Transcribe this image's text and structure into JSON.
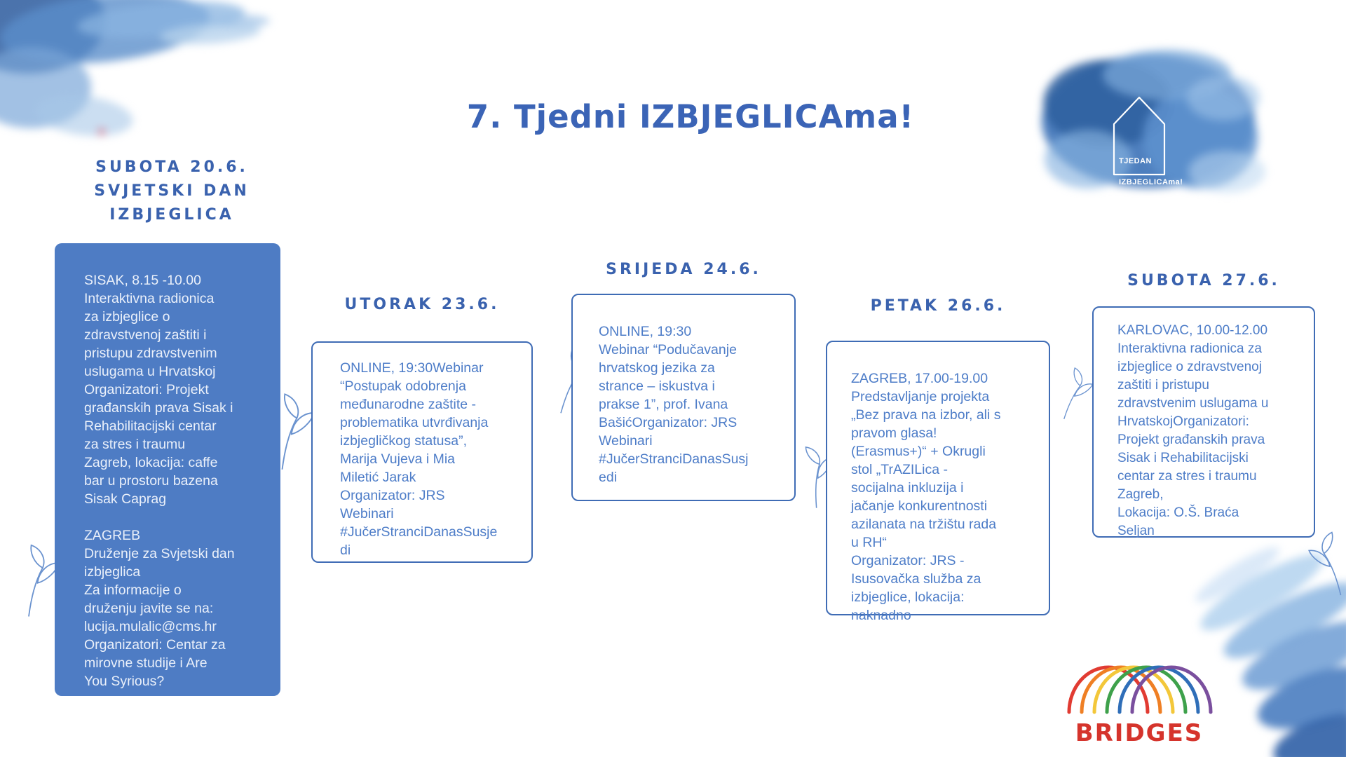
{
  "poster": {
    "title": "7. Tjedni IZBJEGLICAma!"
  },
  "badge": {
    "line1": "TJEDAN",
    "line2": "IZBJEGLICAma!"
  },
  "events": [
    {
      "heading": "SUBOTA 20.6.\nSVJETSKI DAN\nIZBJEGLICA",
      "style": "filled",
      "body": "SISAK, 8.15 -10.00\nInteraktivna radionica\nza izbjeglice o\nzdravstvenoj zaštiti i\npristupu zdravstvenim\nuslugama u Hrvatskoj\nOrganizatori: Projekt\ngrađanskih prava Sisak i\nRehabilitacijski centar\nza stres i traumu\nZagreb, lokacija: caffe\nbar u prostoru bazena\nSisak Caprag\n\nZAGREB\nDruženje za Svjetski dan\nizbjeglica\nZa informacije o\ndruženju javite se na:\nlucija.mulalic@cms.hr\nOrganizatori: Centar za\nmirovne studije i Are\nYou Syrious?"
    },
    {
      "heading": "UTORAK 23.6.",
      "style": "outline",
      "body": "ONLINE, 19:30Webinar\n“Postupak odobrenja\nmeđunarodne zaštite -\nproblematika utvrđivanja\nizbjegličkog statusa”,\nMarija Vujeva i Mia\nMiletić Jarak\nOrganizator: JRS\nWebinari\n#JučerStranciDanasSusje\ndi"
    },
    {
      "heading": "SRIJEDA 24.6.",
      "style": "outline",
      "body": "ONLINE, 19:30\nWebinar “Podučavanje\nhrvatskog jezika za\nstrance – iskustva i\nprakse 1”, prof. Ivana\nBašićOrganizator: JRS\nWebinari\n#JučerStranciDanasSusj\nedi"
    },
    {
      "heading": "PETAK 26.6.",
      "style": "outline",
      "body": "ZAGREB, 17.00-19.00\nPredstavljanje projekta\n„Bez prava na izbor, ali s\npravom glasa!\n(Erasmus+)“ + Okrugli\nstol „TrAZILica -\nsocijalna inkluzija i\njačanje konkurentnosti\nazilanata na tržištu rada\nu RH“\nOrganizator: JRS -\nIsusovačka služba za\nizbjeglice, lokacija:\nnaknadno"
    },
    {
      "heading": "SUBOTA 27.6.",
      "style": "outline",
      "body": "KARLOVAC, 10.00-12.00\nInteraktivna radionica za\nizbjeglice o zdravstvenoj\nzaštiti i pristupu\nzdravstvenim uslugama u\nHrvatskojOrganizatori:\nProjekt građanskih prava\nSisak i Rehabilitacijski\ncentar za stres i traumu\nZagreb,\nLokacija: O.Š. Braća\nSeljan"
    }
  ],
  "footer": {
    "brand": "BRIDGES"
  },
  "colors": {
    "heading_blue": "#3a62ae",
    "title_blue": "#3b64b6",
    "card_border_blue": "#3f6cb5",
    "card_text_blue": "#4e7dc8",
    "filled_card_bg": "#4e7cc4",
    "filled_card_text": "#eaf0fa",
    "bridges_red": "#d5342c"
  }
}
